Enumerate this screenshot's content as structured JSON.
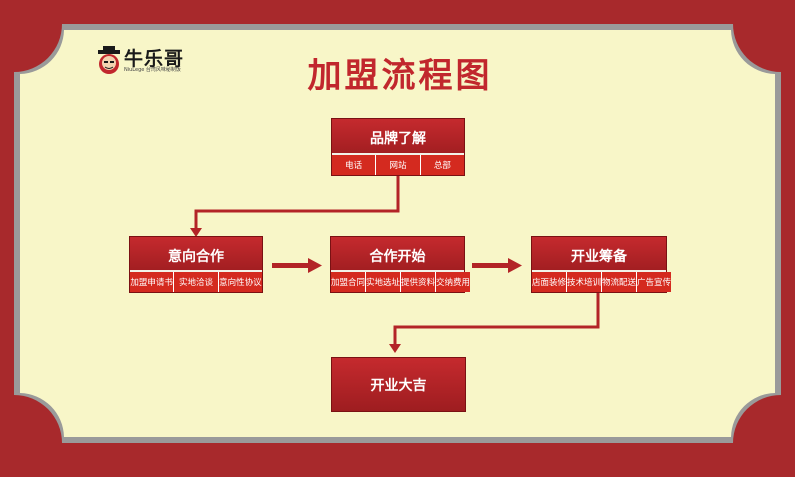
{
  "brand": {
    "name": "牛乐哥",
    "tagline": "NiuLege 台湾风味秘制饭"
  },
  "title": "加盟流程图",
  "colors": {
    "frame": "#a8292c",
    "panel": "#f8f6c8",
    "panel_border": "#9a9a9a",
    "box": "#b32427",
    "sub": "#d42a1f",
    "title": "#c1272d"
  },
  "steps": [
    {
      "label": "品牌了解",
      "subs": [
        "电话",
        "网站",
        "总部"
      ]
    },
    {
      "label": "意向合作",
      "subs": [
        "加盟申请书",
        "实地洽谈",
        "意向性协议"
      ]
    },
    {
      "label": "合作开始",
      "subs": [
        "加盟合同",
        "实地选址",
        "提供资料",
        "交纳费用"
      ]
    },
    {
      "label": "开业筹备",
      "subs": [
        "店面装修",
        "技术培训",
        "物流配送",
        "广告宣传"
      ]
    },
    {
      "label": "开业大吉",
      "subs": []
    }
  ]
}
